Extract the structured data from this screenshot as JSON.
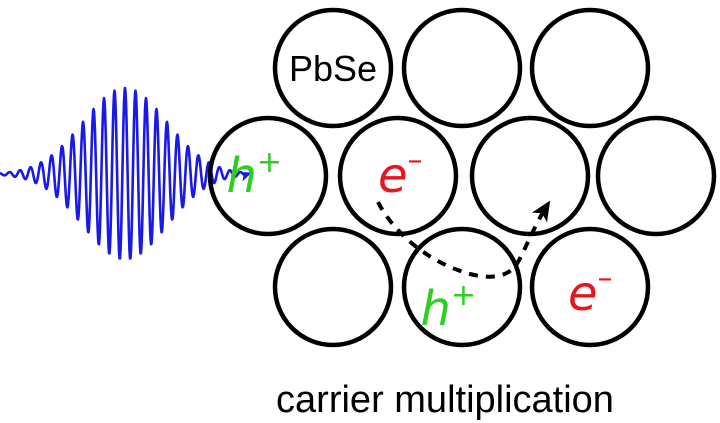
{
  "diagram": {
    "quantum_dot_label": "PbSe",
    "caption": "carrier multiplication",
    "carriers": [
      {
        "symbol": "h",
        "sign": "+",
        "color": "#2ccf1e"
      },
      {
        "symbol": "e",
        "sign": "–",
        "color": "#e8141e"
      },
      {
        "symbol": "h",
        "sign": "+",
        "color": "#2ccf1e"
      },
      {
        "symbol": "e",
        "sign": "–",
        "color": "#e8141e"
      }
    ],
    "colors": {
      "pulse": "#1a1ae8",
      "circle_stroke": "#000000",
      "arrow": "#000000"
    }
  }
}
